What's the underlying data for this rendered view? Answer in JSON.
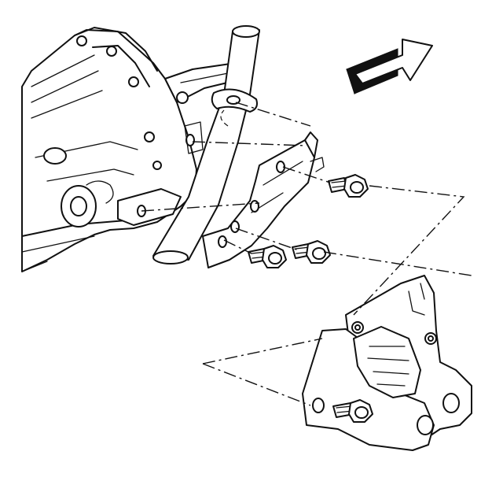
{
  "diagram": {
    "parts": [
      "transmission-case",
      "exhaust-pipe",
      "transmission-mount-bracket",
      "bracket-bolt-upper",
      "bracket-bolt-lower-left",
      "bracket-bolt-lower-right",
      "transmission-mount",
      "mount-bolt"
    ],
    "indicator_icon": "front-direction-arrow-icon",
    "colors": {
      "line": "#111111",
      "background": "#ffffff",
      "arrow_dark": "#111111",
      "arrow_light": "#ffffff"
    }
  }
}
